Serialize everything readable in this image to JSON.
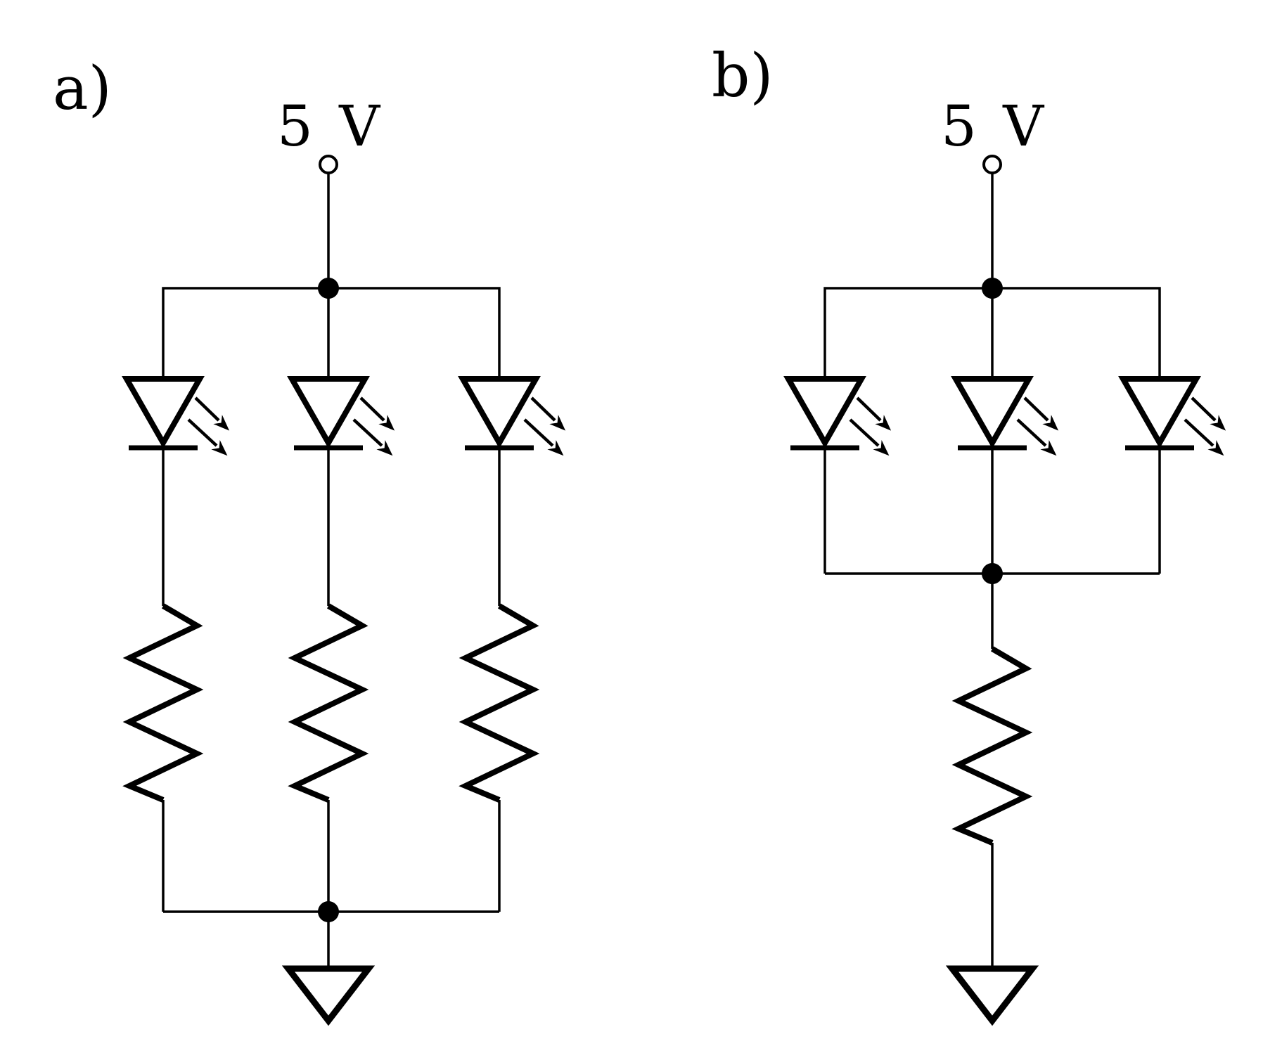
{
  "figure": {
    "colors": {
      "ink": "#000000",
      "background": "#ffffff"
    },
    "panels": [
      {
        "label": "a)",
        "supply_label": "5 V"
      },
      {
        "label": "b)",
        "supply_label": "5 V"
      }
    ]
  }
}
